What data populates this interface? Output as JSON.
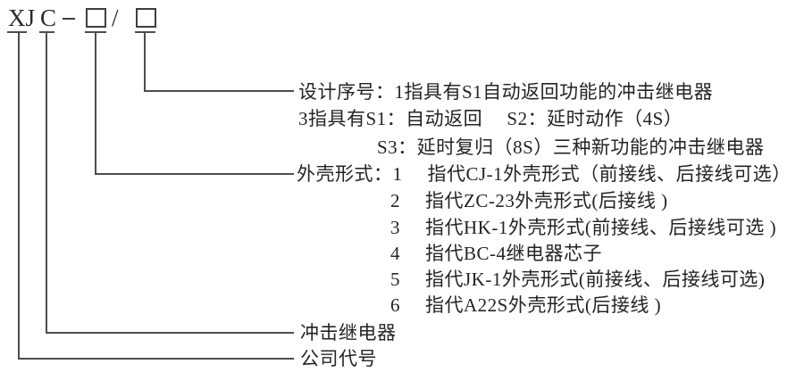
{
  "page": {
    "background": "#ffffff",
    "text_color": "#242424",
    "line_color": "#4d4d4d"
  },
  "code": {
    "company_prefix": "XJ",
    "type_letter": "C",
    "dash": "-",
    "slash": "/",
    "digit_box_symbol": "□"
  },
  "branches": {
    "design_serial": {
      "label": "设计序号：",
      "lines": [
        "1指具有S1自动返回功能的冲击继电器",
        "3指具有S1：自动返回　 S2：延时动作（4S）",
        "S3：延时复归（8S）三种新功能的冲击继电器"
      ]
    },
    "shell_type": {
      "label": "外壳形式：",
      "items": [
        {
          "num": "1",
          "desc": "指代CJ-1外壳形式（前接线、后接线可选）"
        },
        {
          "num": "2",
          "desc": "指代ZC-23外壳形式(后接线 )"
        },
        {
          "num": "3",
          "desc": "指代HK-1外壳形式(前接线、后接线可选 )"
        },
        {
          "num": "4",
          "desc": "指代BC-4继电器芯子"
        },
        {
          "num": "5",
          "desc": "指代JK-1外壳形式(前接线、后接线可选)"
        },
        {
          "num": "6",
          "desc": "指代A22S外壳形式(后接线 )"
        }
      ]
    },
    "relay_type": {
      "label": "冲击继电器"
    },
    "company_code": {
      "label": "公司代号"
    }
  }
}
